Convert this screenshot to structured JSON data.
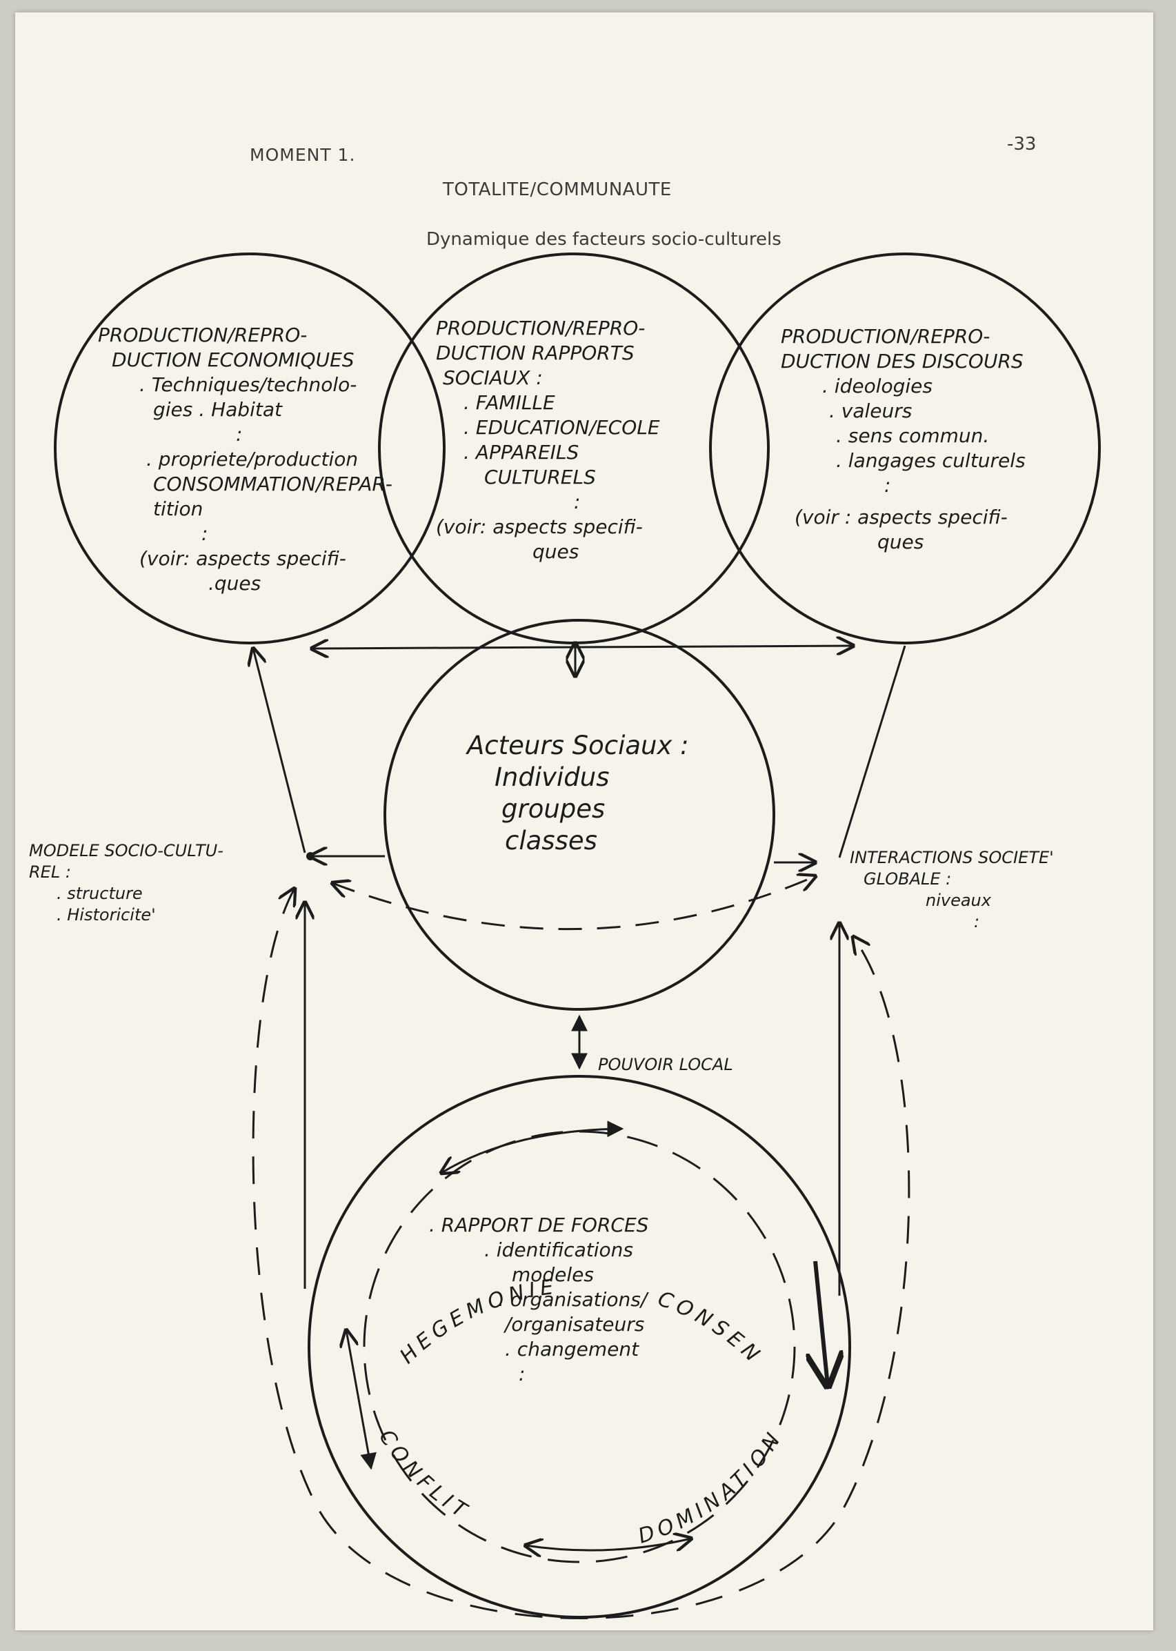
{
  "header": {
    "moment": "MOMENT 1.",
    "page_number": "-33",
    "title": "TOTALITE/COMMUNAUTE",
    "subtitle": "Dynamique des facteurs socio-culturels"
  },
  "circle_economic": {
    "title_l1": "PRODUCTION/REPRO-",
    "title_l2": "DUCTION ECONOMIQUES",
    "item1": ". Techniques/technolo-",
    "item1b": "gies",
    "item1c": ". Habitat",
    "item2": ". propriete/production",
    "item2b": "CONSOMMATION/REPAR-",
    "item2c": "tition",
    "ellipsis": ":",
    "note": "(voir: aspects specifi-",
    "note2": ".ques"
  },
  "circle_social": {
    "title_l1": "PRODUCTION/REPRO-",
    "title_l2": "DUCTION RAPPORTS",
    "title_l3": "SOCIAUX :",
    "item1": ". FAMILLE",
    "item2": ". EDUCATION/ECOLE",
    "item3": ". APPAREILS",
    "item3b": "CULTURELS",
    "ellipsis": ":",
    "note": "(voir: aspects specifi-",
    "note2": "ques"
  },
  "circle_discourse": {
    "title_l1": "PRODUCTION/REPRO-",
    "title_l2": "DUCTION DES DISCOURS",
    "item1": ". ideologies",
    "item2": ". valeurs",
    "item3": ". sens commun.",
    "item4": ". langages culturels",
    "ellipsis": ":",
    "note": "(voir : aspects specifi-",
    "note2": "ques"
  },
  "circle_actors": {
    "title": "Acteurs Sociaux :",
    "item1": "Individus",
    "item2": "groupes",
    "item3": "classes"
  },
  "left_label": {
    "title_l1": "MODELE SOCIO-CULTU-",
    "title_l2": "REL :",
    "item1": ". structure",
    "item2": ". Historicite'"
  },
  "right_label": {
    "title_l1": "INTERACTIONS SOCIETE'",
    "title_l2": "GLOBALE :",
    "item1": "niveaux",
    "ellipsis": ":"
  },
  "local_power": "POUVOIR LOCAL",
  "circle_forces": {
    "ring_consensus": "CONSENSUS",
    "ring_hegemonie": "HEGEMONIE",
    "ring_conflit": "CONFLIT",
    "ring_domination": "DOMINATION",
    "title": ". RAPPORT DE FORCES",
    "item1": ". identifications",
    "item1b": "modeles",
    "item2": ". organisations/",
    "item2b": "/organisateurs",
    "item3": ". changement",
    "ellipsis": ":"
  },
  "colors": {
    "ink": "#1c1c1c",
    "paper": "#f6f4ea",
    "typed": "#3a3a3a"
  }
}
